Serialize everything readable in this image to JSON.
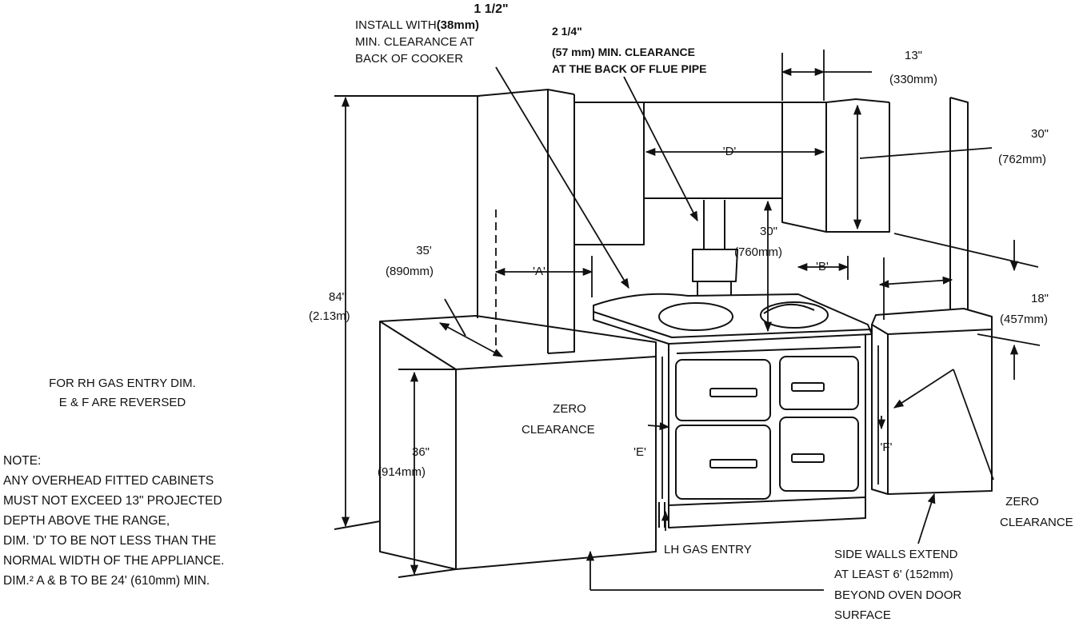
{
  "dims": {
    "back_cooker": {
      "frac": "1 1/2\"",
      "l1": "INSTALL WITH",
      "mm": "(38mm)",
      "l2": "MIN. CLEARANCE AT",
      "l3": "BACK OF COOKER"
    },
    "flue": {
      "frac": "2 1/4\"",
      "l1": "(57 mm) MIN. CLEARANCE",
      "l2": "AT THE BACK OF FLUE PIPE"
    },
    "depth13": {
      "in": "13\"",
      "mm": "(330mm)"
    },
    "h30_cab": {
      "in": "30\"",
      "mm": "(762mm)"
    },
    "d": "'D'",
    "h30_gap": {
      "in": "30\"",
      "mm": "(760mm)"
    },
    "a": "'A'",
    "b": "'B'",
    "d35": {
      "in": "35'",
      "mm": "(890mm)"
    },
    "h84": {
      "in": "84\"",
      "mm": "(2.13m)"
    },
    "h18": {
      "in": "18\"",
      "mm": "(457mm)"
    },
    "h36": {
      "in": "36\"",
      "mm": "(914mm)"
    },
    "e": "'E'",
    "f": "'F'"
  },
  "labels": {
    "zero_left": [
      "ZERO",
      "CLEARANCE"
    ],
    "zero_right": [
      "ZERO",
      "CLEARANCE"
    ],
    "lh_gas": "LH GAS ENTRY",
    "side_walls": [
      "SIDE WALLS EXTEND",
      "AT LEAST 6' (152mm)",
      "BEYOND OVEN DOOR",
      "SURFACE"
    ],
    "rh_gas": [
      "FOR RH GAS ENTRY DIM.",
      "E & F ARE REVERSED"
    ]
  },
  "notes": [
    "NOTE:",
    "ANY OVERHEAD FITTED CABINETS",
    "MUST NOT EXCEED 13\" PROJECTED",
    "DEPTH ABOVE THE RANGE,",
    "DIM. 'D' TO BE NOT LESS THAN THE",
    "NORMAL WIDTH OF THE APPLIANCE.",
    "DIM.² A & B TO BE 24' (610mm) MIN."
  ]
}
